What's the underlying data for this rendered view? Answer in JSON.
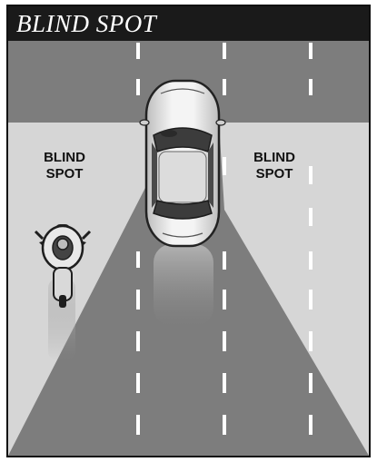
{
  "title": "BLIND SPOT",
  "labels": {
    "left_line1": "BLIND",
    "left_line2": "SPOT",
    "right_line1": "BLIND",
    "right_line2": "SPOT"
  },
  "colors": {
    "title_bar": "#1a1a1a",
    "road_dark": "#7d7d7d",
    "visible_zone": "#d8d8d8",
    "lane_marking": "#ffffff",
    "car_body": "#e6e6e6"
  }
}
